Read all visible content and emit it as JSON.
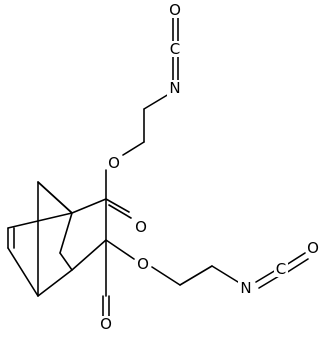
{
  "molecule": {
    "atoms": [
      {
        "id": "O_top_iso",
        "label": "O"
      },
      {
        "id": "C_top_iso",
        "label": "C"
      },
      {
        "id": "N_top",
        "label": "N"
      },
      {
        "id": "O_upper_ester",
        "label": "O"
      },
      {
        "id": "O_upper_carbonyl",
        "label": "O"
      },
      {
        "id": "O_lower_ester",
        "label": "O"
      },
      {
        "id": "O_lower_carbonyl",
        "label": "O"
      },
      {
        "id": "N_bottom",
        "label": "N"
      },
      {
        "id": "C_bottom_iso",
        "label": "C"
      },
      {
        "id": "O_bottom_iso",
        "label": "O"
      }
    ]
  },
  "colors": {
    "bond": "#000000",
    "atom_text": "#000000",
    "background": "#ffffff"
  }
}
